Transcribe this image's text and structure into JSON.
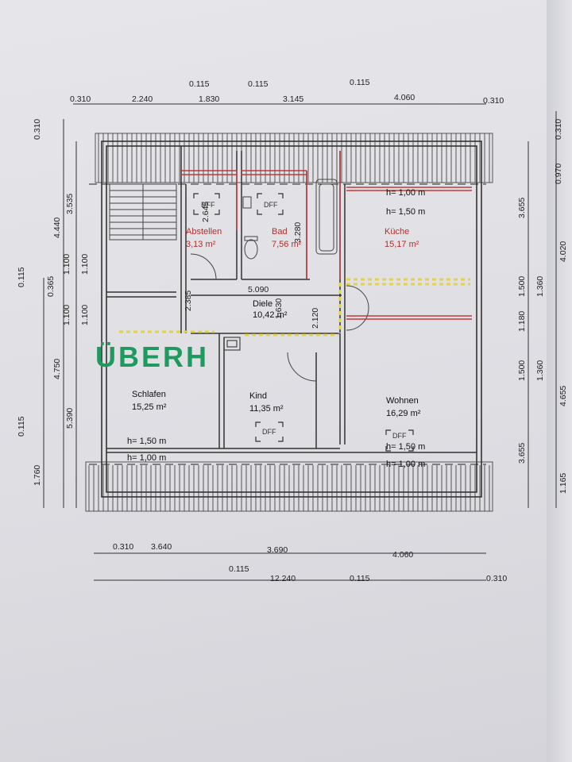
{
  "dims_top": [
    "0.310",
    "2.240",
    "0.115",
    "1.830",
    "0.115",
    "3.145",
    "0.115",
    "4.060",
    "0.310"
  ],
  "dims_bottom_row": [
    "0.310",
    "3.640",
    "3.690",
    "4.060"
  ],
  "dims_bottom_row2": [
    "0.115",
    "12.240",
    "0.115",
    "0.310"
  ],
  "dims_left": [
    "0.310",
    "3.535",
    "4.440",
    "0.115",
    "0.365",
    "1.100",
    "1.100",
    "1.100",
    "1.100",
    "4.750",
    "5.390",
    "0.115",
    "1.760"
  ],
  "dims_right": [
    "3.655",
    "1.500",
    "1.360",
    "1.180",
    "1.500",
    "1.360",
    "3.655",
    "0.970",
    "4.020",
    "4.655",
    "1.165",
    "0.310"
  ],
  "dims_interior": [
    "2.645",
    "3.280",
    "5.090",
    "2.385",
    "1.630",
    "2.120"
  ],
  "rooms": {
    "abstellen": {
      "name": "Abstellen",
      "area": "3,13 m²"
    },
    "bad": {
      "name": "Bad",
      "area": "7,56 m²"
    },
    "kueche": {
      "name": "Küche",
      "area": "15,17 m²"
    },
    "diele": {
      "name": "Diele",
      "area": "10,42 m²"
    },
    "schlafen": {
      "name": "Schlafen",
      "area": "15,25 m²"
    },
    "kind": {
      "name": "Kind",
      "area": "11,35 m²"
    },
    "wohnen": {
      "name": "Wohnen",
      "area": "16,29 m²"
    }
  },
  "heights": {
    "kueche_1": "h= 1,00 m",
    "kueche_2": "h= 1,50 m",
    "schlafen_1": "h= 1,50 m",
    "schlafen_2": "h= 1,00 m",
    "wohnen_1": "h= 1,50 m",
    "wohnen_2": "h= 1,00 m"
  },
  "window_label": "DFF",
  "stamp": "ÜBERH",
  "colors": {
    "red": "#c0393b",
    "green": "#1e9a5f",
    "yellow": "#e3d24a",
    "line": "#333333"
  }
}
